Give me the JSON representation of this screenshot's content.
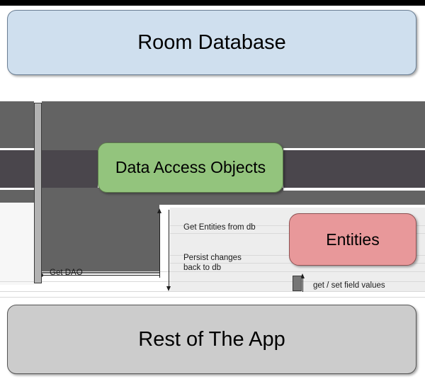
{
  "diagram": {
    "type": "sequence-architecture",
    "title_visible": false,
    "nodes": [
      {
        "id": "room-database",
        "label": "Room Database",
        "color": "#cfdfee"
      },
      {
        "id": "dao",
        "label": "Data Access Objects",
        "color": "#93c47d"
      },
      {
        "id": "entities",
        "label": "Entities",
        "color": "#e8989a"
      },
      {
        "id": "rest-of-app",
        "label": "Rest of The App",
        "color": "#cccccc"
      }
    ],
    "messages": [
      {
        "id": "get-dao",
        "label": "Get DAO"
      },
      {
        "id": "get-entities",
        "label": "Get Entities from db"
      },
      {
        "id": "persist-changes",
        "label": "Persist changes\nback to db"
      },
      {
        "id": "get-set-fields",
        "label": "get / set field values"
      }
    ],
    "colors": {
      "room_database": "#cfdfee",
      "dao": "#93c47d",
      "entities": "#e8989a",
      "rest_of_app": "#cccccc",
      "overlay_mid_gray": "#636363",
      "overlay_dark_gray": "#4a464c",
      "stroke": "#1f1f1f"
    }
  }
}
